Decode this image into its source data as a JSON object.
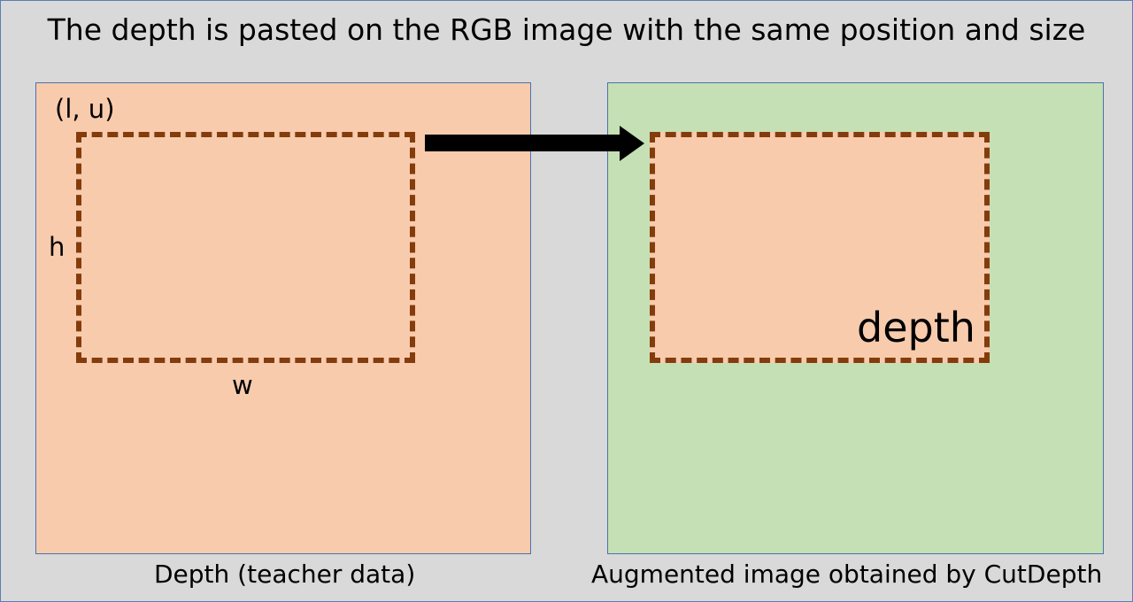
{
  "title": "The depth is pasted on the RGB image with the same position and size",
  "left_panel": {
    "corner_label": "(l, u)",
    "height_label": "h",
    "width_label": "w",
    "caption": "Depth (teacher data)"
  },
  "right_panel": {
    "box_label": "depth",
    "caption": "Augmented image obtained by CutDepth"
  },
  "colors": {
    "background": "#d9d9d9",
    "depth_panel": "#f8cbad",
    "rgb_panel": "#c5e0b4",
    "dashed_border": "#843c0c",
    "arrow": "#000000"
  }
}
